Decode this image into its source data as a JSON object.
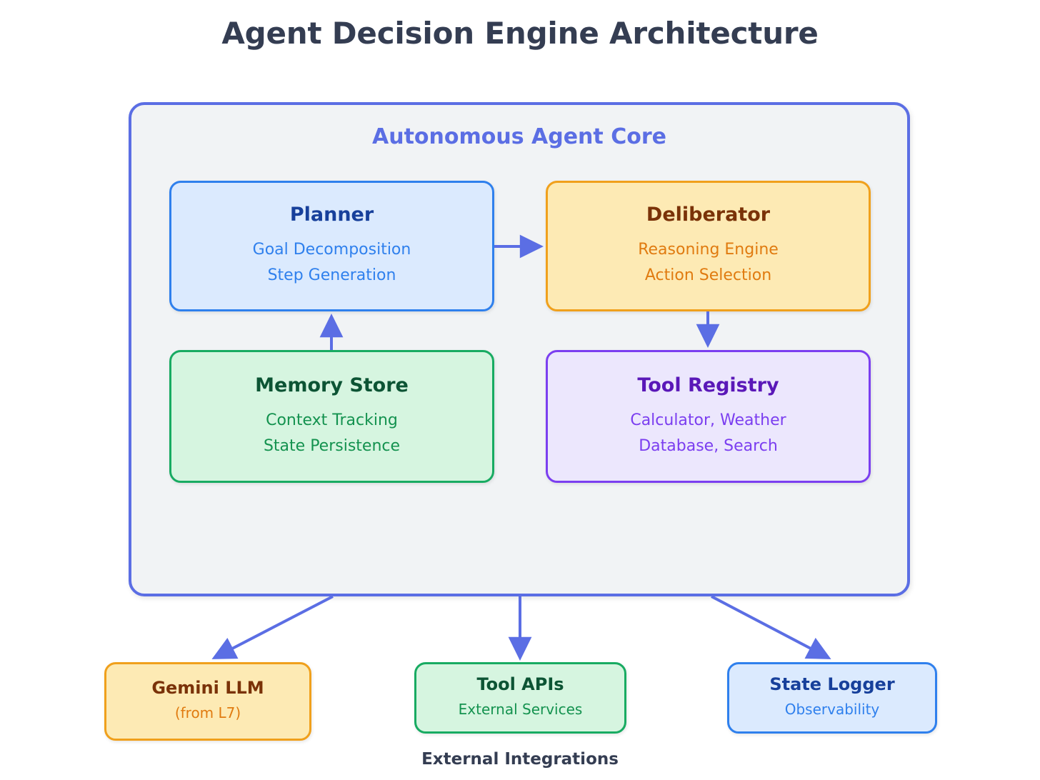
{
  "title": "Agent Decision Engine Architecture",
  "colors": {
    "title_text": "#343d52",
    "canvas": "#ffffff",
    "core_border": "#5b6ee4",
    "core_fill": "#f1f3f5",
    "core_title": "#5b6ee4",
    "arrow": "#5b6ee4",
    "blue_border": "#2f80ed",
    "blue_fill": "#dbeafe",
    "amber_border": "#f0a01c",
    "amber_fill": "#fdeab4",
    "green_border": "#18ab62",
    "green_fill": "#d6f5e0",
    "purple_border": "#7b3ef0",
    "purple_fill": "#ece7fd"
  },
  "core": {
    "label": "Autonomous Agent Core",
    "nodes": [
      {
        "id": "planner",
        "title": "Planner",
        "sub1": "Goal Decomposition",
        "sub2": "Step Generation",
        "variant": "blue"
      },
      {
        "id": "deliberator",
        "title": "Deliberator",
        "sub1": "Reasoning Engine",
        "sub2": "Action Selection",
        "variant": "amber"
      },
      {
        "id": "memory-store",
        "title": "Memory Store",
        "sub1": "Context Tracking",
        "sub2": "State Persistence",
        "variant": "green"
      },
      {
        "id": "tool-registry",
        "title": "Tool Registry",
        "sub1": "Calculator, Weather",
        "sub2": "Database, Search",
        "variant": "purple"
      }
    ]
  },
  "external": {
    "label": "External Integrations",
    "nodes": [
      {
        "id": "gemini-llm",
        "title": "Gemini LLM",
        "sub1": "(from L7)",
        "variant": "amber"
      },
      {
        "id": "tool-apis",
        "title": "Tool APIs",
        "sub1": "External Services",
        "variant": "green"
      },
      {
        "id": "state-logger",
        "title": "State Logger",
        "sub1": "Observability",
        "variant": "blue"
      }
    ]
  },
  "edges": [
    {
      "id": "planner-to-deliberator",
      "from": "planner",
      "to": "deliberator",
      "direction": "right"
    },
    {
      "id": "memory-store-to-planner",
      "from": "memory-store",
      "to": "planner",
      "direction": "up"
    },
    {
      "id": "deliberator-to-tool-registry",
      "from": "deliberator",
      "to": "tool-registry",
      "direction": "down"
    },
    {
      "id": "core-to-gemini-llm",
      "from": "agent-core",
      "to": "gemini-llm",
      "direction": "down-left"
    },
    {
      "id": "core-to-tool-apis",
      "from": "agent-core",
      "to": "tool-apis",
      "direction": "down"
    },
    {
      "id": "core-to-state-logger",
      "from": "agent-core",
      "to": "state-logger",
      "direction": "down-right"
    }
  ]
}
